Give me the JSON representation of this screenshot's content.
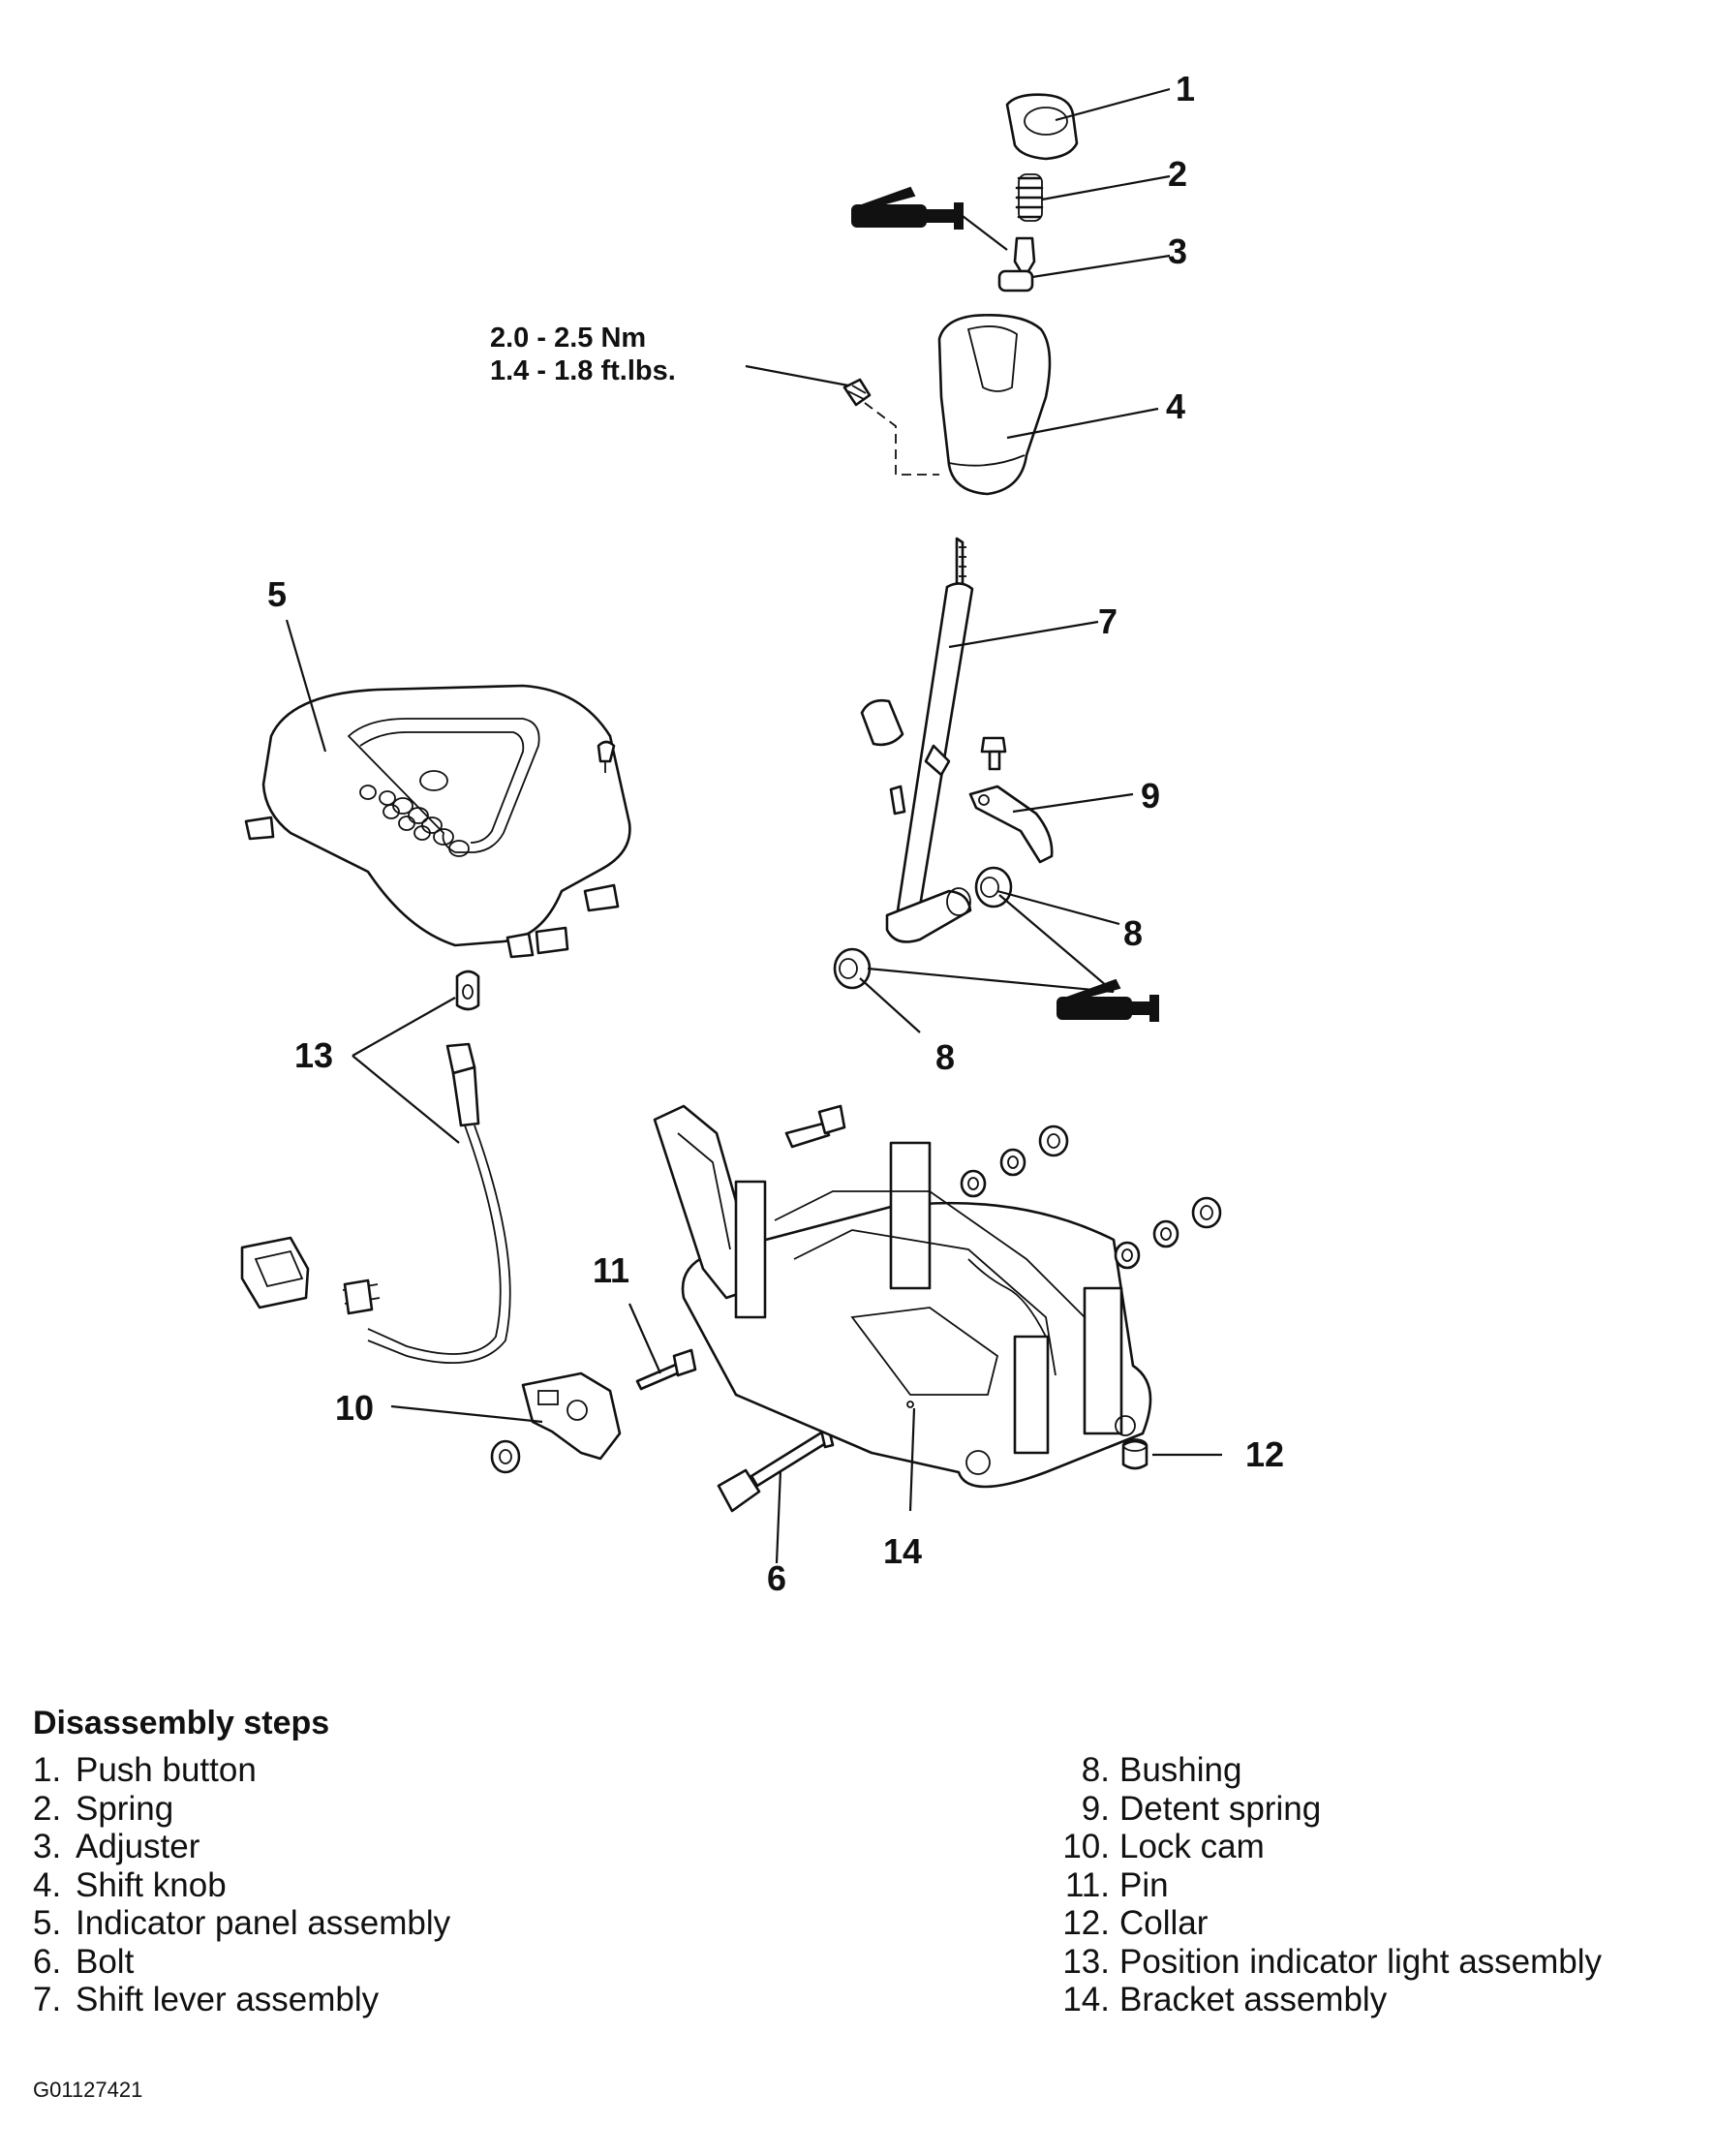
{
  "torque_spec": {
    "line1": "2.0 - 2.5 Nm",
    "line2": "1.4 - 1.8 ft.lbs."
  },
  "callouts": [
    "1",
    "2",
    "3",
    "4",
    "5",
    "6",
    "7",
    "8",
    "8",
    "9",
    "10",
    "11",
    "12",
    "13",
    "14"
  ],
  "steps_title": "Disassembly steps",
  "steps": [
    {
      "num": "1.",
      "label": "Push button"
    },
    {
      "num": "2.",
      "label": "Spring"
    },
    {
      "num": "3.",
      "label": "Adjuster"
    },
    {
      "num": "4.",
      "label": "Shift knob"
    },
    {
      "num": "5.",
      "label": "Indicator panel assembly"
    },
    {
      "num": "6.",
      "label": "Bolt"
    },
    {
      "num": "7.",
      "label": "Shift lever assembly"
    },
    {
      "num": "8.",
      "label": "Bushing"
    },
    {
      "num": "9.",
      "label": "Detent spring"
    },
    {
      "num": "10.",
      "label": "Lock cam"
    },
    {
      "num": "11.",
      "label": "Pin"
    },
    {
      "num": "12.",
      "label": "Collar"
    },
    {
      "num": "13.",
      "label": "Position indicator light assembly"
    },
    {
      "num": "14.",
      "label": "Bracket assembly"
    }
  ],
  "figure_code": "G01127421",
  "icons": [
    "grease-gun-icon"
  ]
}
